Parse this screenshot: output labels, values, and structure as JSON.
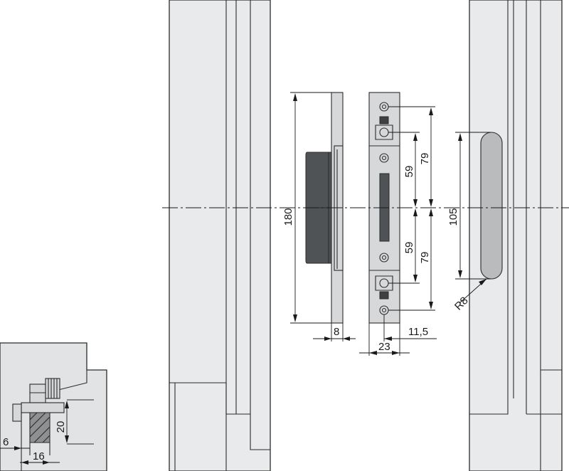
{
  "dimensions": {
    "total_length": "180",
    "thickness": "8",
    "width": "23",
    "offset": "11,5",
    "upper_59": "59",
    "upper_79": "79",
    "lower_59": "59",
    "lower_79": "79",
    "slot_length": "105",
    "radius": "R8",
    "section_6": "6",
    "section_16": "16",
    "section_20": "20"
  },
  "colors": {
    "frame_fill": "#e9eaeb",
    "plate_fill": "#d7d8da",
    "keeper_dark": "#505355",
    "line": "#2b2b2b"
  }
}
